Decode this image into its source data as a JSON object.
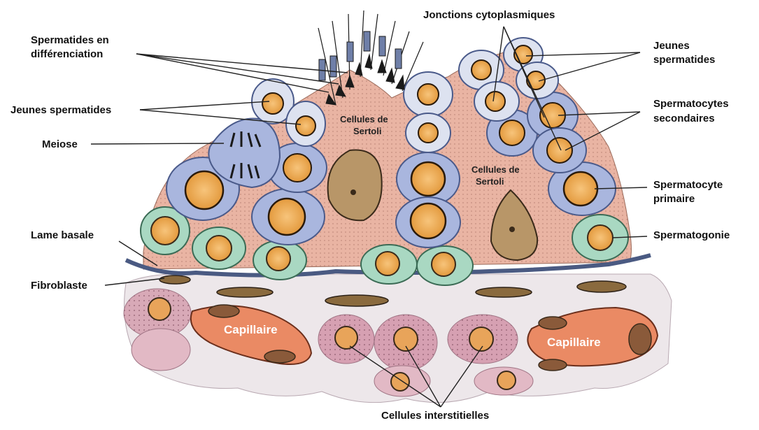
{
  "labels": {
    "spermatides_differenciation_1": "Spermatides en",
    "spermatides_differenciation_2": "différenciation",
    "jonctions": "Jonctions cytoplasmiques",
    "jeunes_spermatides_right_1": "Jeunes",
    "jeunes_spermatides_right_2": "spermatides",
    "jeunes_spermatides_left": "Jeunes spermatides",
    "spermatocytes_secondaires_1": "Spermatocytes",
    "spermatocytes_secondaires_2": "secondaires",
    "meiose": "Meiose",
    "spermatocyte_primaire_1": "Spermatocyte",
    "spermatocyte_primaire_2": "primaire",
    "lame_basale": "Lame basale",
    "spermatogonie": "Spermatogonie",
    "fibroblaste": "Fibroblaste",
    "cellules_interstitielles": "Cellules interstitielles",
    "sertoli_1_line1": "Cellules de",
    "sertoli_1_line2": "Sertoli",
    "sertoli_2_line1": "Cellules de",
    "sertoli_2_line2": "Sertoli",
    "capillaire_left": "Capillaire",
    "capillaire_right": "Capillaire"
  },
  "colors": {
    "sertoli": "#e9b4a3",
    "spermatocyte": "#a9b6de",
    "spermatocyte_border": "#4a5a8a",
    "young_spermatid": "#dde2f0",
    "spermatogonia": "#a9d8c2",
    "nucleus": "#f0ab52",
    "interstitial": "#d8a9b7",
    "capillary": "#ea8a64",
    "basal_lamina": "#4a5a82"
  }
}
